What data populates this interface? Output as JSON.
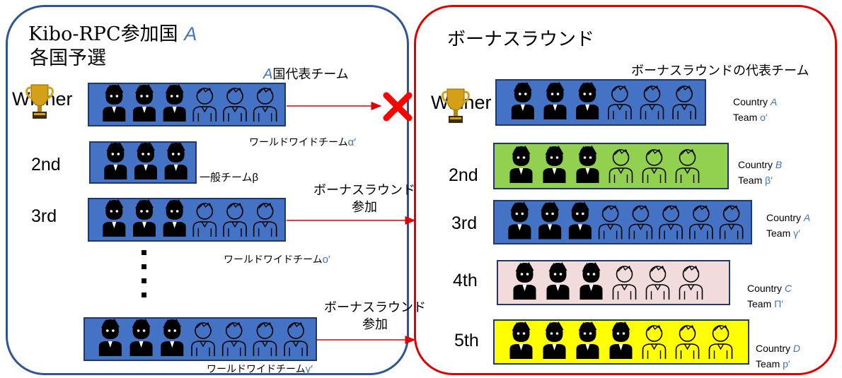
{
  "colors": {
    "blue_box": "#4472c4",
    "green_box": "#92d050",
    "pink_box": "#f2dcdb",
    "yellow_box": "#ffff00",
    "arrow": "#e00000",
    "left_border": "#2f5597",
    "right_border": "#e00000"
  },
  "left": {
    "title": "Kibo-RPC参加国",
    "title_var": "A",
    "subtitle": "各国予選",
    "rep_team_var": "A",
    "rep_team_label": "国代表チーム",
    "winner": "Winner",
    "rank2": "2nd",
    "rank3": "3rd",
    "ellipsis": "⋮",
    "worldwide_label": "ワールドワイドチーム",
    "worldwide_alpha": "α′",
    "general_label": "一般チームβ",
    "worldwide_o": "o′",
    "worldwide_gamma": "γ′",
    "bonus_label_1": "ボーナスラウンド",
    "bonus_label_2": "参加"
  },
  "right": {
    "title": "ボーナスラウンド",
    "subtitle": "ボーナスラウンドの代表チーム",
    "winner": "Winner",
    "rows": [
      {
        "rank": "",
        "country": "Country",
        "country_var": "A",
        "team": "Team",
        "team_var": "o′",
        "fill": "blue"
      },
      {
        "rank": "2nd",
        "country": "Country",
        "country_var": "B",
        "team": "Team",
        "team_var": "β′",
        "fill": "green"
      },
      {
        "rank": "3rd",
        "country": "Country",
        "country_var": "A",
        "team": "Team",
        "team_var": "γ′",
        "fill": "blue"
      },
      {
        "rank": "4th",
        "country": "Country",
        "country_var": "C",
        "team": "Team",
        "team_var": "Π′",
        "fill": "pink"
      },
      {
        "rank": "5th",
        "country": "Country",
        "country_var": "D",
        "team": "Team",
        "team_var": "p′",
        "fill": "yellow"
      }
    ]
  },
  "icons": {
    "trophy": "trophy-icon",
    "cross": "cross-mark-icon",
    "person_dark": "person-dark-icon",
    "person_outline": "person-outline-icon"
  }
}
